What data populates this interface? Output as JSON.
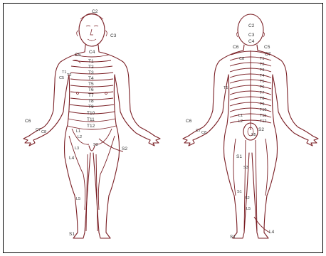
{
  "colors": {
    "line": "#7a1f25",
    "label": "#333333",
    "frame": "#000000"
  },
  "front": {
    "neck": [
      "C2",
      "C3",
      "C4",
      "C5"
    ],
    "trunk": [
      "T1",
      "T2",
      "T3",
      "T4",
      "T5",
      "T6",
      "T7",
      "T8",
      "T9",
      "T10",
      "T11",
      "T12"
    ],
    "arm_side": [
      "T1",
      "T2",
      "C5",
      "C6",
      "C7",
      "C8"
    ],
    "lumbar": [
      "L1",
      "L2",
      "L3",
      "L4",
      "L5"
    ],
    "sacral": [
      "S2",
      "S3"
    ],
    "foot": [
      "S1"
    ]
  },
  "back": {
    "neck": [
      "C2",
      "C3",
      "C4",
      "C5",
      "C6",
      "C7"
    ],
    "spine": [
      "C8",
      "T1",
      "T2",
      "T3",
      "T4",
      "T5",
      "T6",
      "T7",
      "T8",
      "T9",
      "T10",
      "T11",
      "T12",
      "L1",
      "L2"
    ],
    "arm_side": [
      "C6",
      "C7",
      "C8",
      "T1"
    ],
    "sacral": [
      "S2",
      "S1",
      "S3",
      "S5"
    ],
    "leg": [
      "S1",
      "S2",
      "L5",
      "S1",
      "L4"
    ]
  }
}
